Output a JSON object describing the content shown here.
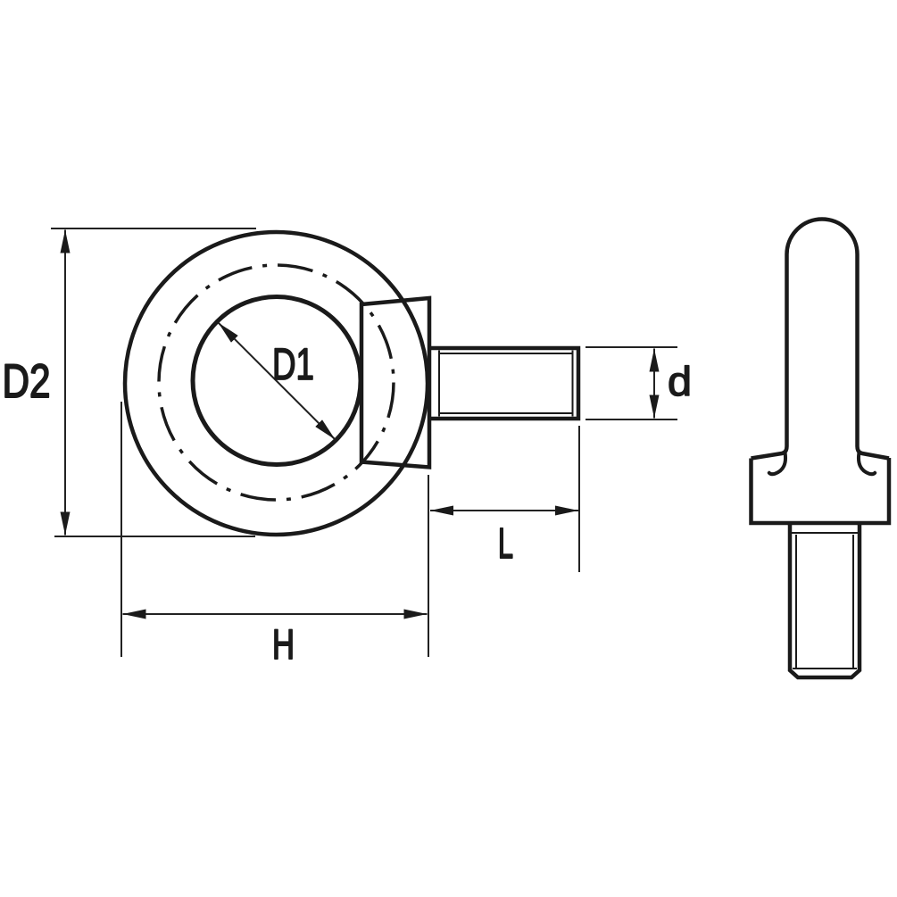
{
  "drawing": {
    "background_color": "#ffffff",
    "line_color": "#1a1a1a",
    "labels": {
      "inner_diameter": "D1",
      "outer_diameter": "D2",
      "overall_height": "H",
      "shank_length": "L",
      "thread_diameter": "d"
    }
  }
}
